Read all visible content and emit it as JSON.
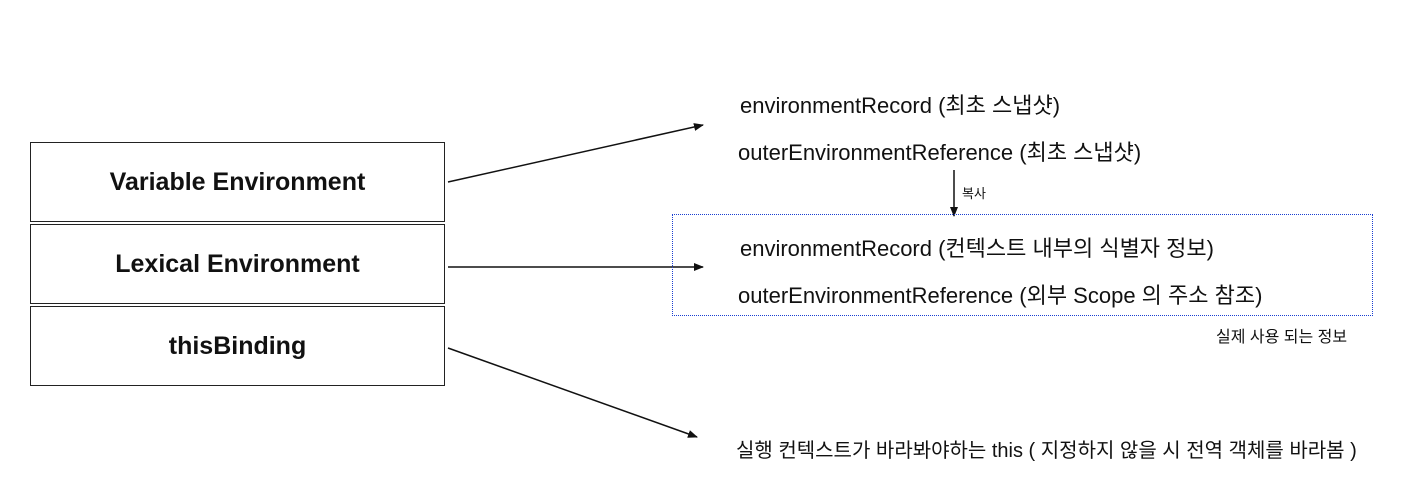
{
  "boxes": {
    "variable_environment": "Variable Environment",
    "lexical_environment": "Lexical Environment",
    "this_binding": "thisBinding"
  },
  "snapshot": {
    "environment_record": "environmentRecord (최초 스냅샷)",
    "outer_environment_reference": "outerEnvironmentReference (최초 스냅샷)"
  },
  "copy_label": "복사",
  "actual": {
    "environment_record": "environmentRecord (컨텍스트 내부의 식별자 정보)",
    "outer_environment_reference": "outerEnvironmentReference (외부 Scope 의 주소 참조)",
    "label": "실제 사용 되는 정보"
  },
  "this_description": "실행 컨텍스트가 바라봐야하는 this ( 지정하지 않을 시 전역 객체를 바라봄 )",
  "colors": {
    "dashed_border": "#1a3fd1",
    "line": "#111111"
  }
}
